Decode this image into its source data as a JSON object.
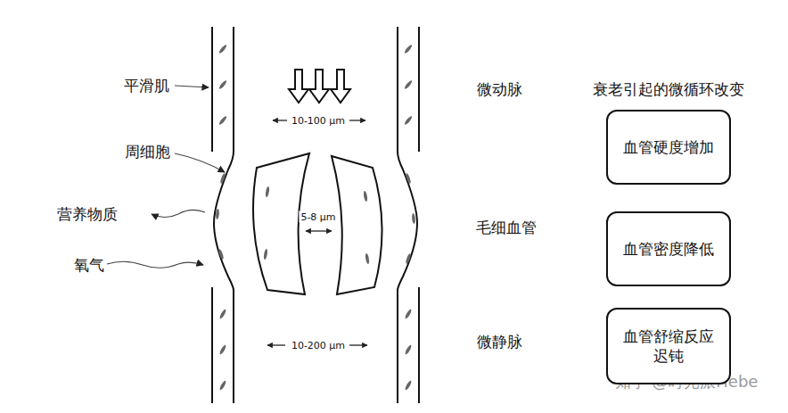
{
  "diagram": {
    "title": "衰老引起的微循环改变",
    "nodes": [
      {
        "text": [
          "血管硬度增加"
        ]
      },
      {
        "text": [
          "血管密度降低"
        ]
      },
      {
        "text": [
          "血管舒缩反应迟钝"
        ]
      }
    ],
    "labels": [
      "平滑肌",
      "周细胞",
      "营养物质",
      "氧气",
      "10-100 μm",
      "5-8 μm",
      "10-200 μm",
      "微动脉",
      "毛细血管",
      "微静脉",
      "知乎 @时光派Hebe"
    ]
  }
}
